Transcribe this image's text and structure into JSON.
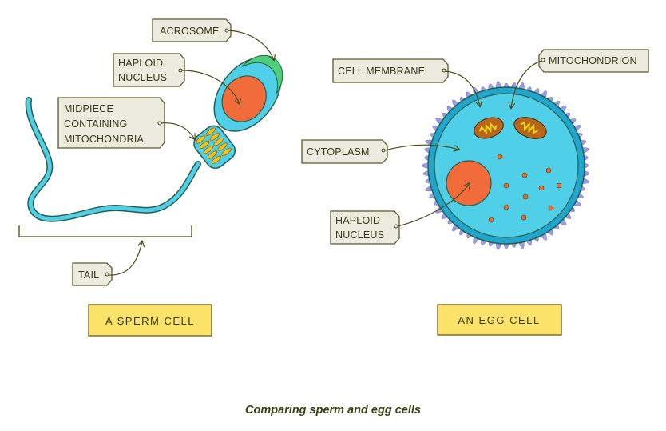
{
  "caption": "Comparing sperm and egg cells",
  "colors": {
    "cell_cyan": "#4fd0e8",
    "cell_outline": "#2a5e4a",
    "membrane_blue": "#1fa6cf",
    "nucleus_orange": "#f26b3a",
    "acrosome_green": "#4ccf78",
    "mitochondria_yellow": "#f2c21a",
    "mitochondrion_brown": "#b8661a",
    "spike_lavender": "#9a9ee8",
    "tag_fill": "#ebebdf",
    "tag_border": "#5a5a2a",
    "title_fill": "#fbe36a"
  },
  "sperm": {
    "title": "A SPERM CELL",
    "labels": {
      "acrosome": "ACROSOME",
      "nucleus_line1": "HAPLOID",
      "nucleus_line2": "NUCLEUS",
      "midpiece_line1": "MIDPIECE",
      "midpiece_line2": "CONTAINING",
      "midpiece_line3": "MITOCHONDRIA",
      "tail": "TAIL"
    }
  },
  "egg": {
    "title": "AN EGG CELL",
    "labels": {
      "membrane": "CELL  MEMBRANE",
      "mitochondrion": "MITOCHONDRION",
      "cytoplasm": "CYTOPLASM",
      "nucleus_line1": "HAPLOID",
      "nucleus_line2": "NUCLEUS"
    }
  }
}
